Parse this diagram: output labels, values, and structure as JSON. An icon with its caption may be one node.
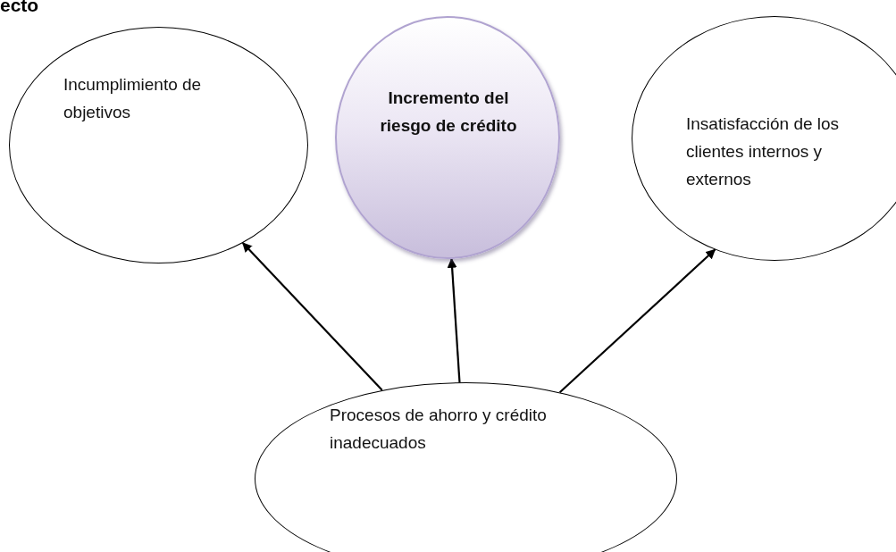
{
  "diagram": {
    "title": "ecto",
    "nodes": [
      {
        "text": [
          "Incumplimiento de objetivos"
        ]
      },
      {
        "text": [
          "Incremento del riesgo de crédito"
        ]
      },
      {
        "text": [
          "Insatisfacción de los clientes internos y externos"
        ]
      },
      {
        "text": [
          "Procesos de ahorro y crédito inadecuados"
        ]
      }
    ],
    "edges": [
      {
        "from": 3,
        "to": 0,
        "arrow": "to"
      },
      {
        "from": 3,
        "to": 1,
        "arrow": "to"
      },
      {
        "from": 3,
        "to": 2,
        "arrow": "to"
      }
    ]
  }
}
